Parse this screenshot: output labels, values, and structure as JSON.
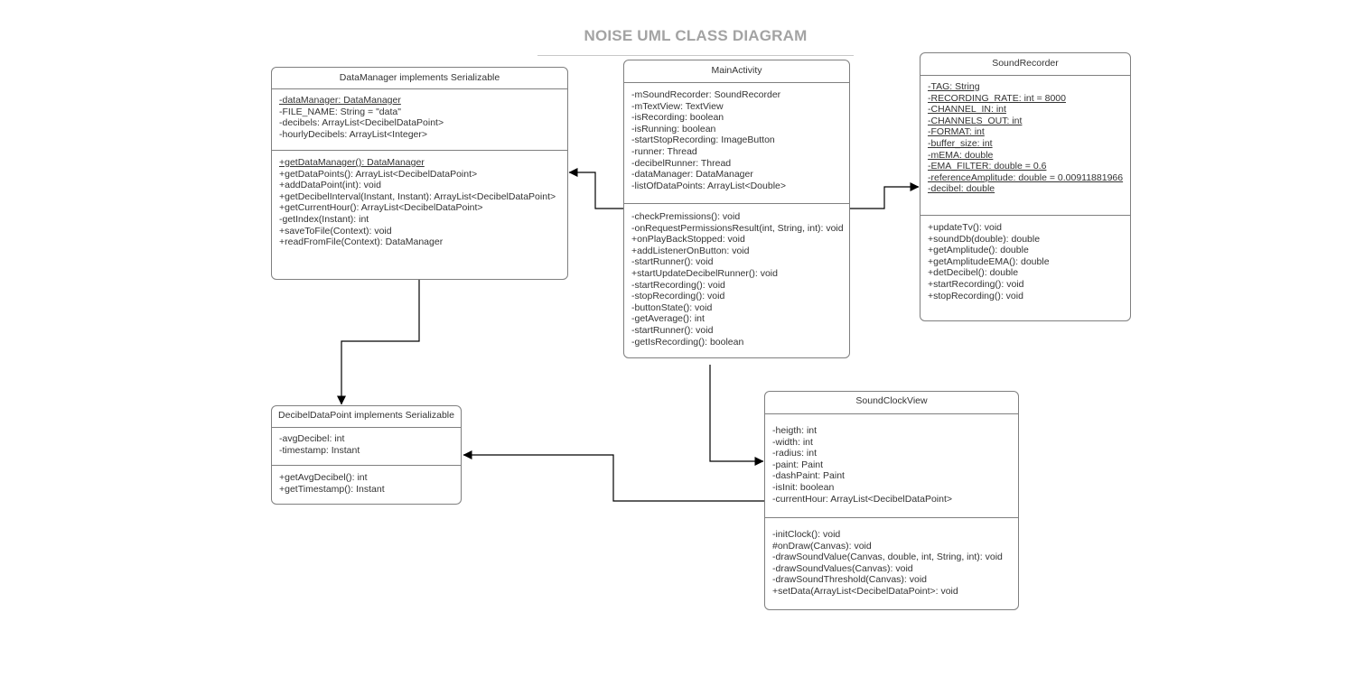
{
  "title": "NOISE UML CLASS DIAGRAM",
  "classes": {
    "data_manager": {
      "name": "DataManager implements Serializable",
      "attributes": [
        {
          "text": "-dataManager: DataManager",
          "static": true
        },
        {
          "text": "-FILE_NAME: String = \"data\"",
          "static": false
        },
        {
          "text": "-decibels: ArrayList<DecibelDataPoint>",
          "static": false
        },
        {
          "text": "-hourlyDecibels: ArrayList<Integer>",
          "static": false
        }
      ],
      "methods": [
        {
          "text": "+getDataManager(): DataManager",
          "static": true
        },
        {
          "text": "+getDataPoints(): ArrayList<DecibelDataPoint>",
          "static": false
        },
        {
          "text": "+addDataPoint(int): void",
          "static": false
        },
        {
          "text": "+getDecibelInterval(Instant, Instant): ArrayList<DecibelDataPoint>",
          "static": false
        },
        {
          "text": "+getCurrentHour(): ArrayList<DecibelDataPoint>",
          "static": false
        },
        {
          "text": "-getIndex(Instant): int",
          "static": false
        },
        {
          "text": "+saveToFile(Context): void",
          "static": false
        },
        {
          "text": "+readFromFile(Context): DataManager",
          "static": false
        }
      ]
    },
    "main_activity": {
      "name": "MainActivity",
      "attributes": [
        {
          "text": "-mSoundRecorder: SoundRecorder",
          "static": false
        },
        {
          "text": "-mTextView: TextView",
          "static": false
        },
        {
          "text": "-isRecording: boolean",
          "static": false
        },
        {
          "text": "-isRunning: boolean",
          "static": false
        },
        {
          "text": "-startStopRecording: ImageButton",
          "static": false
        },
        {
          "text": "-runner: Thread",
          "static": false
        },
        {
          "text": "-decibelRunner: Thread",
          "static": false
        },
        {
          "text": "-dataManager: DataManager",
          "static": false
        },
        {
          "text": "-listOfDataPoints: ArrayList<Double>",
          "static": false
        }
      ],
      "methods": [
        {
          "text": "-checkPremissions(): void",
          "static": false
        },
        {
          "text": "-onRequestPermissionsResult(int, String, int): void",
          "static": false
        },
        {
          "text": "+onPlayBackStopped: void",
          "static": false
        },
        {
          "text": "+addListenerOnButton: void",
          "static": false
        },
        {
          "text": "-startRunner(): void",
          "static": false
        },
        {
          "text": "+startUpdateDecibelRunner(): void",
          "static": false
        },
        {
          "text": "-startRecording(): void",
          "static": false
        },
        {
          "text": "-stopRecording(): void",
          "static": false
        },
        {
          "text": "-buttonState(): void",
          "static": false
        },
        {
          "text": "-getAverage(): int",
          "static": false
        },
        {
          "text": "-startRunner(): void",
          "static": false
        },
        {
          "text": "-getIsRecording(): boolean",
          "static": false
        }
      ]
    },
    "sound_recorder": {
      "name": "SoundRecorder",
      "attributes": [
        {
          "text": "-TAG: String",
          "static": true
        },
        {
          "text": "-RECORDING_RATE: int = 8000",
          "static": true
        },
        {
          "text": "-CHANNEL_IN: int",
          "static": true
        },
        {
          "text": "-CHANNELS_OUT: int",
          "static": true
        },
        {
          "text": "-FORMAT: int",
          "static": true
        },
        {
          "text": "-buffer_size: int",
          "static": true
        },
        {
          "text": "-mEMA: double",
          "static": true
        },
        {
          "text": "-EMA_FILTER: double = 0.6",
          "static": true
        },
        {
          "text": "-referenceAmplitude: double = 0.00911881966",
          "static": true
        },
        {
          "text": "-decibel: double",
          "static": true
        }
      ],
      "methods": [
        {
          "text": "+updateTv(): void",
          "static": false
        },
        {
          "text": "+soundDb(double): double",
          "static": false
        },
        {
          "text": "+getAmplitude(): double",
          "static": false
        },
        {
          "text": "+getAmplitudeEMA(): double",
          "static": false
        },
        {
          "text": "+detDecibel(): double",
          "static": false
        },
        {
          "text": "+startRecording(): void",
          "static": false
        },
        {
          "text": "+stopRecording(): void",
          "static": false
        }
      ]
    },
    "decibel_data_point": {
      "name": "DecibelDataPoint implements Serializable",
      "attributes": [
        {
          "text": "-avgDecibel: int",
          "static": false
        },
        {
          "text": "-timestamp: Instant",
          "static": false
        }
      ],
      "methods": [
        {
          "text": "+getAvgDecibel(): int",
          "static": false
        },
        {
          "text": "+getTimestamp(): Instant",
          "static": false
        }
      ]
    },
    "sound_clock_view": {
      "name": "SoundClockView",
      "attributes": [
        {
          "text": "-heigth: int",
          "static": false
        },
        {
          "text": "-width: int",
          "static": false
        },
        {
          "text": "-radius: int",
          "static": false
        },
        {
          "text": "-paint: Paint",
          "static": false
        },
        {
          "text": "-dashPaint: Paint",
          "static": false
        },
        {
          "text": "-isInit: boolean",
          "static": false
        },
        {
          "text": "-currentHour: ArrayList<DecibelDataPoint>",
          "static": false
        }
      ],
      "methods": [
        {
          "text": "-initClock(): void",
          "static": false
        },
        {
          "text": "#onDraw(Canvas): void",
          "static": false
        },
        {
          "text": "-drawSoundValue(Canvas, double, int, String, int): void",
          "static": false
        },
        {
          "text": "-drawSoundValues(Canvas): void",
          "static": false
        },
        {
          "text": "-drawSoundThreshold(Canvas): void",
          "static": false
        },
        {
          "text": "+setData(ArrayList<DecibelDataPoint>: void",
          "static": false
        }
      ]
    }
  },
  "associations": [
    {
      "from": "main_activity",
      "to": "data_manager"
    },
    {
      "from": "main_activity",
      "to": "sound_recorder"
    },
    {
      "from": "main_activity",
      "to": "sound_clock_view"
    },
    {
      "from": "data_manager",
      "to": "decibel_data_point"
    },
    {
      "from": "sound_clock_view",
      "to": "decibel_data_point"
    }
  ],
  "colors": {
    "line": "#000000",
    "border": "#7f7f7f",
    "title": "#a3a3a3",
    "text": "#333333"
  }
}
